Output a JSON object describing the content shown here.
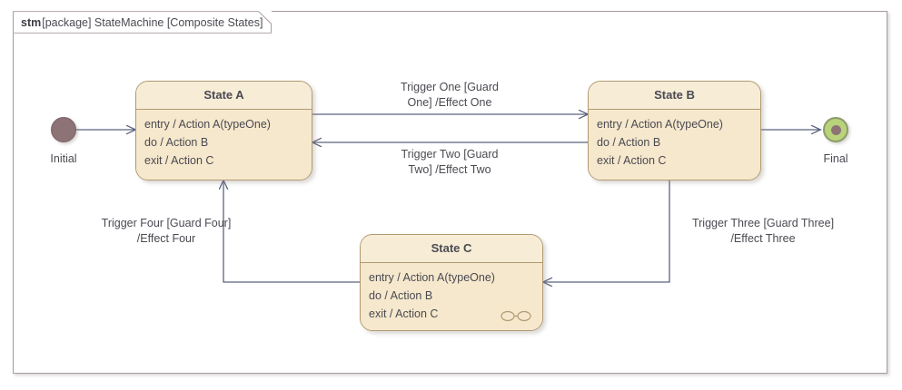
{
  "frame": {
    "kind": "stm",
    "rest": "[package] StateMachine [Composite States]"
  },
  "nodes": {
    "initial": {
      "label": "Initial",
      "icon": "initial-pseudostate-icon",
      "color": "#8d7376"
    },
    "final": {
      "label": "Final",
      "icon": "final-state-icon",
      "outer_color": "#b9d37a",
      "inner_color": "#8d7376"
    },
    "state_a": {
      "title": "State A",
      "activities": [
        "entry / Action A(typeOne)",
        "do / Action B",
        "exit / Action C"
      ],
      "composite": false
    },
    "state_b": {
      "title": "State B",
      "activities": [
        "entry / Action A(typeOne)",
        "do / Action B",
        "exit / Action C"
      ],
      "composite": false
    },
    "state_c": {
      "title": "State C",
      "activities": [
        "entry / Action A(typeOne)",
        "do / Action B",
        "exit / Action C"
      ],
      "composite": true,
      "composite_icon": "hidden-decomposition-icon"
    }
  },
  "transitions": {
    "one": {
      "line1": "Trigger One [Guard",
      "line2": "One] /Effect One",
      "from": "State A",
      "to": "State B"
    },
    "two": {
      "line1": "Trigger Two [Guard",
      "line2": "Two] /Effect Two",
      "from": "State B",
      "to": "State A"
    },
    "three": {
      "line1": "Trigger Three [Guard Three]",
      "line2": "/Effect Three",
      "from": "State B",
      "to": "State C"
    },
    "four": {
      "line1": "Trigger Four [Guard Four]",
      "line2": "/Effect Four",
      "from": "State C",
      "to": "State A"
    }
  },
  "colors": {
    "state_fill": "#f6e8cd",
    "state_title_fill": "#f7ecd6",
    "state_border": "#b09a72",
    "connector": "#5b6480",
    "text": "#4a4a52",
    "frame_border": "#a99a9a"
  }
}
